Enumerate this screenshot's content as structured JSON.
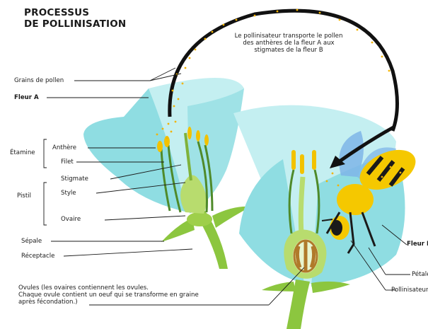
{
  "title": {
    "line1": "PROCESSUS",
    "line2": "DE POLLINISATION"
  },
  "arc_note": [
    "Le pollinisateur transporte le pollen",
    "des anthères de la fleur A aux",
    "stigmates de la fleur B"
  ],
  "labels": {
    "pollen": "Grains de pollen",
    "fleur_a": "Fleur A",
    "etamine": "Étamine",
    "anthere": "Anthère",
    "filet": "Filet",
    "pistil": "Pistil",
    "stigmate": "Stigmate",
    "style": "Style",
    "ovaire": "Ovaire",
    "sepale": "Sépale",
    "receptacle": "Réceptacle",
    "fleur_b": "Fleur B",
    "petale": "Pétale",
    "pollinisateur": "Pollinisateur"
  },
  "ovules_note": [
    "Ovules (les ovaires contiennent les ovules.",
    "Chaque ovule contient un oeuf qui se transforme en graine",
    "après fécondation.)"
  ],
  "colors": {
    "petal": "#8fdde2",
    "petal_light": "#c4eff1",
    "stem": "#8cc63f",
    "stem_dark": "#4f8a2a",
    "pollen": "#f2b200",
    "ovary_brown": "#b07a2a",
    "bee_yellow": "#f5c800",
    "arrow": "#111111"
  }
}
